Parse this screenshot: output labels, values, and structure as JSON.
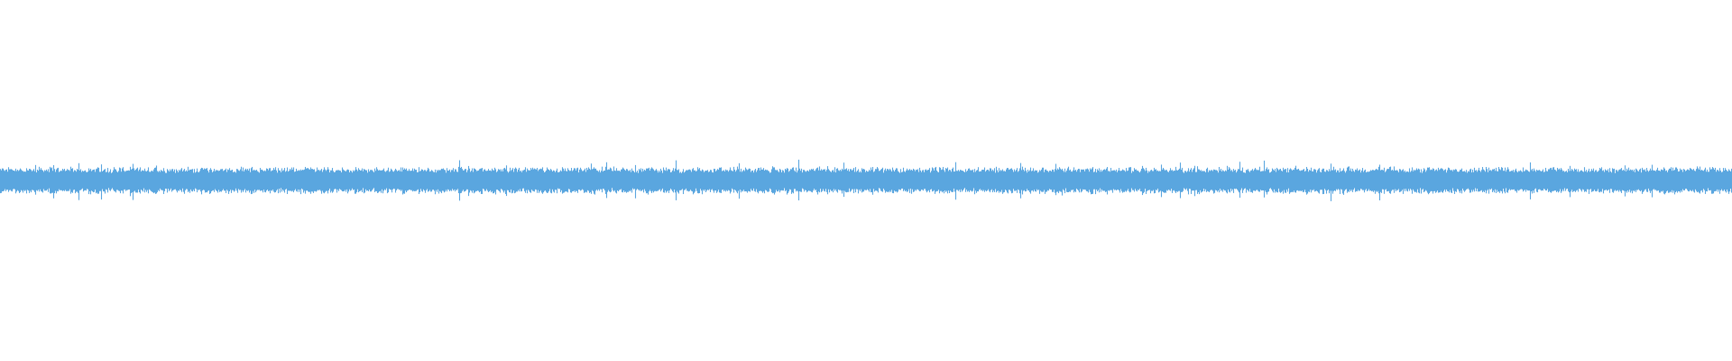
{
  "chart_data": {
    "type": "area",
    "series": [
      {
        "values": []
      }
    ],
    "envelope": {
      "typical_amplitude": 0.12,
      "peak_amplitude": 0.2,
      "segments": 1920
    },
    "ylim": [
      -1,
      1
    ],
    "grid": false,
    "legend": "none"
  },
  "colors": {
    "waveform": "#5aa6df",
    "background": "#ffffff"
  }
}
